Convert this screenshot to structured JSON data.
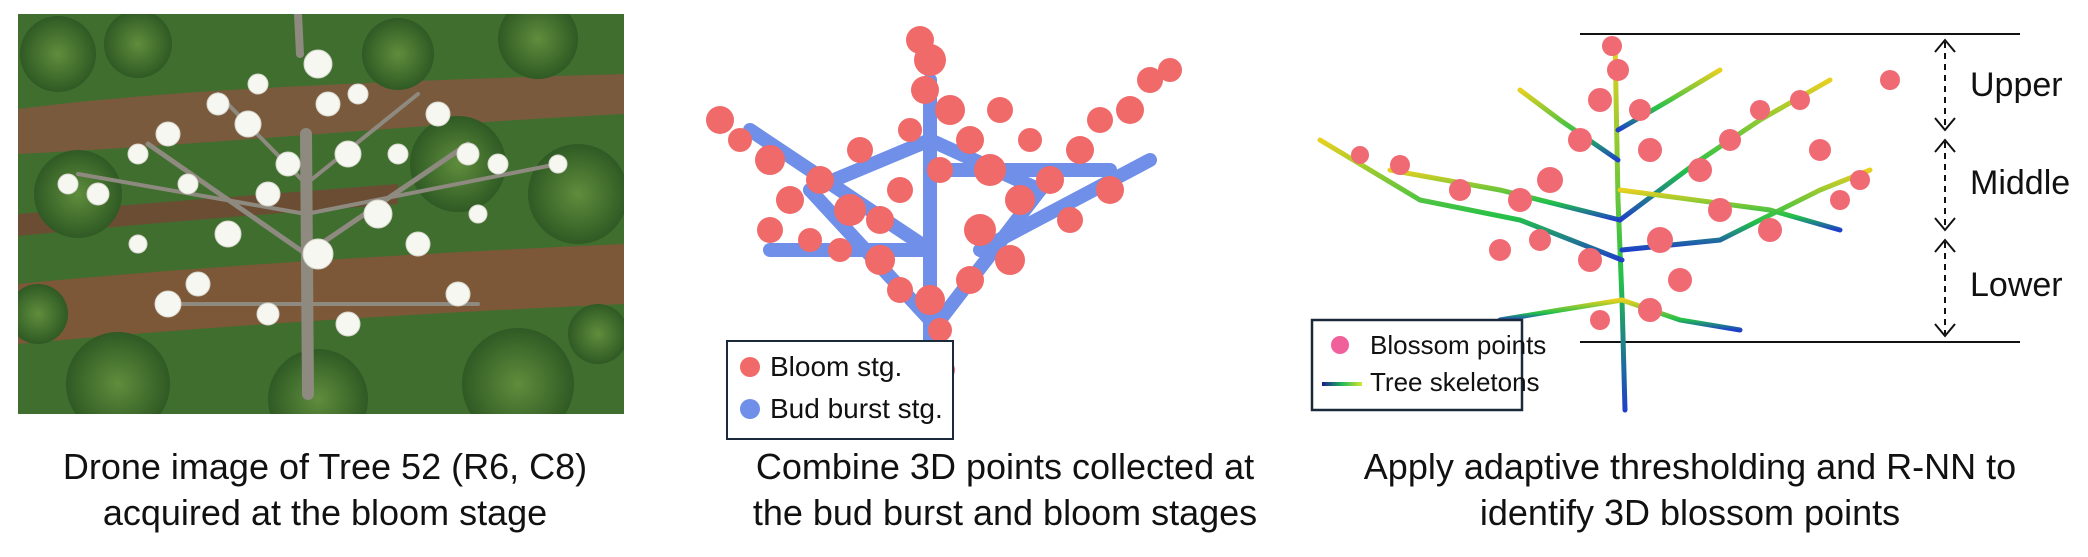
{
  "panels": {
    "photo": {
      "caption_line1": "Drone image of Tree 52 (R6, C8)",
      "caption_line2": "acquired at the bloom stage"
    },
    "combined": {
      "caption_line1": "Combine 3D points collected at",
      "caption_line2": "the bud burst and bloom stages",
      "legend": [
        {
          "label": "Bloom stg.",
          "color": "#f06a6a"
        },
        {
          "label": "Bud burst stg.",
          "color": "#6f8fe8"
        }
      ]
    },
    "skeleton": {
      "caption_line1": "Apply adaptive thresholding and R-NN to",
      "caption_line2": "identify 3D blossom points",
      "legend": [
        {
          "label": "Blossom points",
          "color": "#f0609a"
        },
        {
          "label": "Tree skeletons",
          "gradient": [
            "#1a1a8c",
            "#1fb85a",
            "#d6e830"
          ]
        }
      ],
      "levels": [
        "Upper",
        "Middle",
        "Lower"
      ]
    }
  },
  "colors": {
    "bloom": "#f06a6a",
    "bud": "#6f8fe8",
    "skeleton_low": "#1e40c8",
    "skeleton_mid": "#22c04a",
    "skeleton_high": "#e8d020"
  }
}
